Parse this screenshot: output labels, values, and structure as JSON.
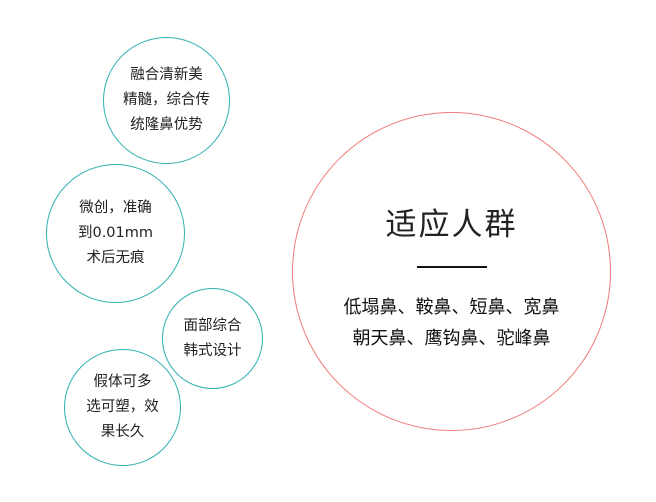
{
  "circles": {
    "c1": {
      "lines": [
        "融合清新美",
        "精髓，综合传",
        "统隆鼻优势"
      ]
    },
    "c2": {
      "lines": [
        "微创，准确",
        "到0.01mm",
        "术后无痕"
      ]
    },
    "c3": {
      "lines": [
        "面部综合",
        "韩式设计"
      ]
    },
    "c4": {
      "lines": [
        "假体可多",
        "选可塑，效",
        "果长久"
      ]
    }
  },
  "main": {
    "title": "适应人群",
    "lines": [
      "低塌鼻、鞍鼻、短鼻、宽鼻",
      "朝天鼻、鹰钩鼻、驼峰鼻"
    ]
  },
  "colors": {
    "teal": "#2fb0b0",
    "pink": "#f07a7a"
  }
}
